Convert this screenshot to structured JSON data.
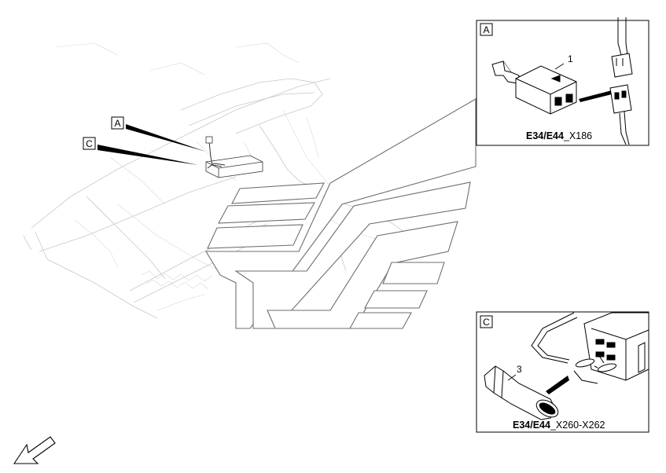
{
  "callouts": {
    "a": "A",
    "c": "C"
  },
  "panel_a": {
    "tag": "A",
    "part_number": "1",
    "caption_bold": "E34/E44",
    "caption_rest": "_X186"
  },
  "panel_c": {
    "tag": "C",
    "part_number": "3",
    "caption_bold": "E34/E44",
    "caption_rest": "_X260-X262"
  },
  "colors": {
    "ink": "#000000",
    "ghost": "#c8c8c8",
    "chevron_stroke": "#666666"
  },
  "icons": [
    "front-direction-arrow-icon"
  ]
}
